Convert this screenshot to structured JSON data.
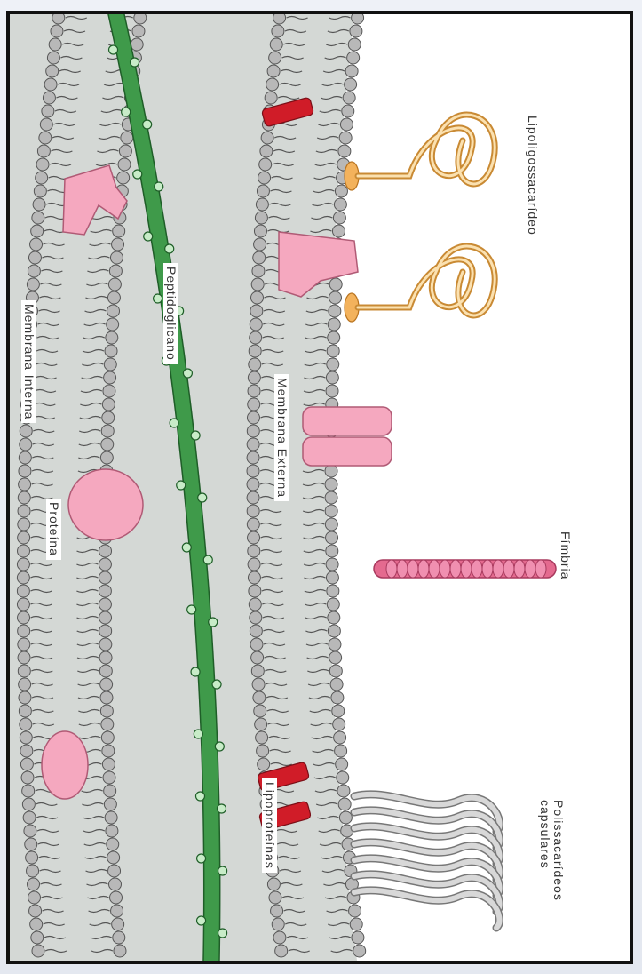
{
  "labels": {
    "lipooligo": "Lipoligossacarídeo",
    "fimbria": "Fímbria",
    "polissacarideos": "Polissacarídeos capsulares",
    "lipoproteinas": "Lipoproteínas",
    "membrana_externa": "Membrana Externa",
    "peptidoglicano": "Peptidoglicano",
    "proteina": "Proteína",
    "membrana_interna": "Membrana Interna"
  },
  "colors": {
    "lipid_head": "#b8b8b8",
    "periplasm": "#d4d8d5",
    "peptidoglycan": "#3f9a4a",
    "protein": "#f5a8bf",
    "lipoprotein": "#d01c28",
    "lipooligo": "#f3b25c",
    "polysaccharide": "#d8d8d8"
  }
}
